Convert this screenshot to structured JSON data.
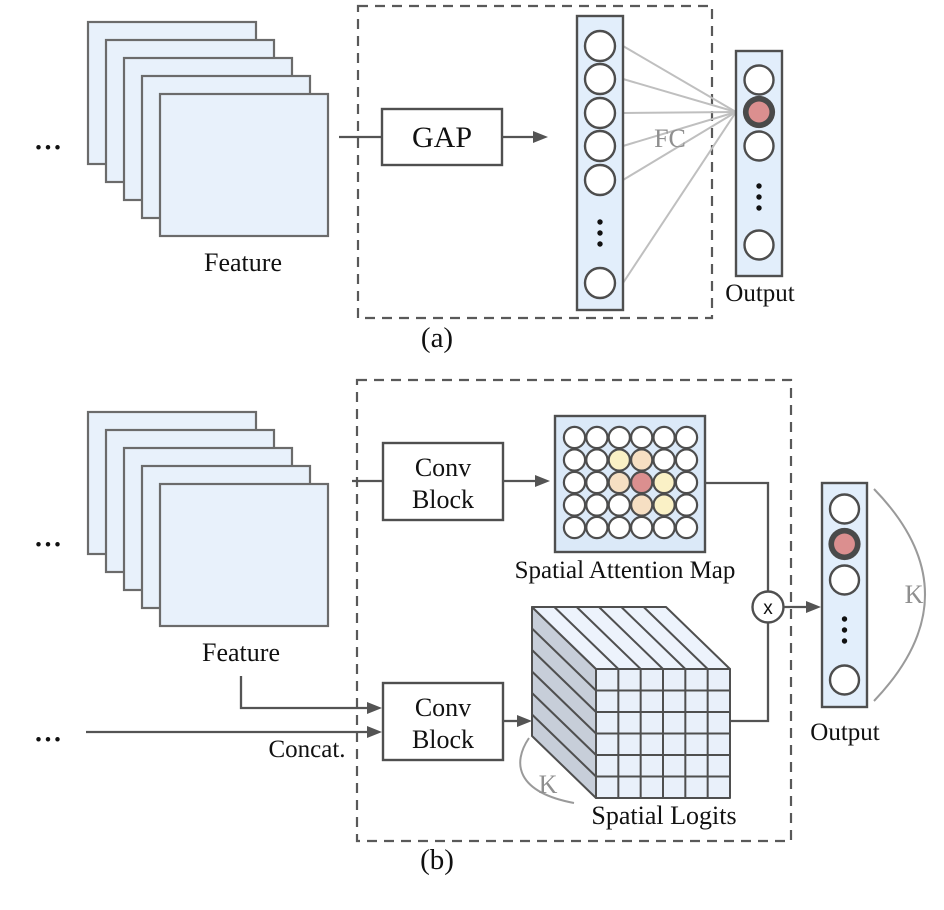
{
  "colors": {
    "panel_fill": "#e8f1fb",
    "vector_fill": "#e2eefb",
    "attention_fill": "#dbe9f8",
    "cube_front": "#e9f0fa",
    "cube_top": "#edf3fc",
    "cube_side": "#c7ced9",
    "ring": "#4a4a4a",
    "cell_white": "#ffffff",
    "cell_red": "#db8f8f",
    "cell_yellow": "#faf1c6",
    "cell_peach": "#f6dfc3",
    "fan_line": "#bfbfbf",
    "dot": "#111111"
  },
  "panel_a": {
    "dots": "...",
    "feature": "Feature",
    "gap": "GAP",
    "fc": "FC",
    "output": "Output",
    "caption": "(a)",
    "hidden_vector_cells": [
      "white",
      "white",
      "white",
      "white",
      "white",
      "dots",
      "white"
    ],
    "output_vector_cells": [
      "white",
      "red",
      "white",
      "dots",
      "white"
    ]
  },
  "panel_b": {
    "dots_top": "...",
    "dots_bottom": "...",
    "feature": "Feature",
    "conv_block_top": {
      "line1": "Conv",
      "line2": "Block"
    },
    "conv_block_bottom": {
      "line1": "Conv",
      "line2": "Block"
    },
    "concat": "Concat.",
    "attention_title": "Spatial Attention Map",
    "logits_title": "Spatial Logits",
    "multiply": "x",
    "k_depth": "K",
    "k_output": "K",
    "output": "Output",
    "caption": "(b)",
    "attention_grid": [
      [
        "white",
        "white",
        "white",
        "white",
        "white",
        "white"
      ],
      [
        "white",
        "white",
        "yellow",
        "peach",
        "white",
        "white"
      ],
      [
        "white",
        "white",
        "peach",
        "red",
        "yellow",
        "white"
      ],
      [
        "white",
        "white",
        "white",
        "peach",
        "yellow",
        "white"
      ],
      [
        "white",
        "white",
        "white",
        "white",
        "white",
        "white"
      ]
    ],
    "output_vector_cells": [
      "white",
      "red",
      "white",
      "dots",
      "white"
    ]
  }
}
